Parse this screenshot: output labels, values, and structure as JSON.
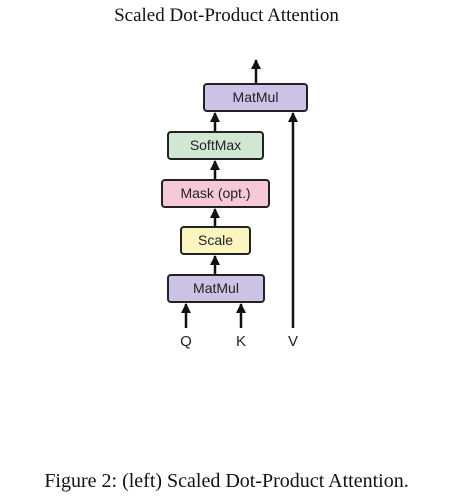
{
  "diagram": {
    "title": "Scaled Dot-Product Attention",
    "caption": "Figure 2:  (left) Scaled Dot-Product Attention.",
    "blocks": {
      "matmul_top": {
        "label": "MatMul",
        "fill": "#cdc3e6"
      },
      "softmax": {
        "label": "SoftMax",
        "fill": "#cfe7d3"
      },
      "mask": {
        "label": "Mask (opt.)",
        "fill": "#f7c9d8"
      },
      "scale": {
        "label": "Scale",
        "fill": "#fbf5c0"
      },
      "matmul_bottom": {
        "label": "MatMul",
        "fill": "#cdc3e6"
      }
    },
    "inputs": {
      "q": "Q",
      "k": "K",
      "v": "V"
    }
  }
}
